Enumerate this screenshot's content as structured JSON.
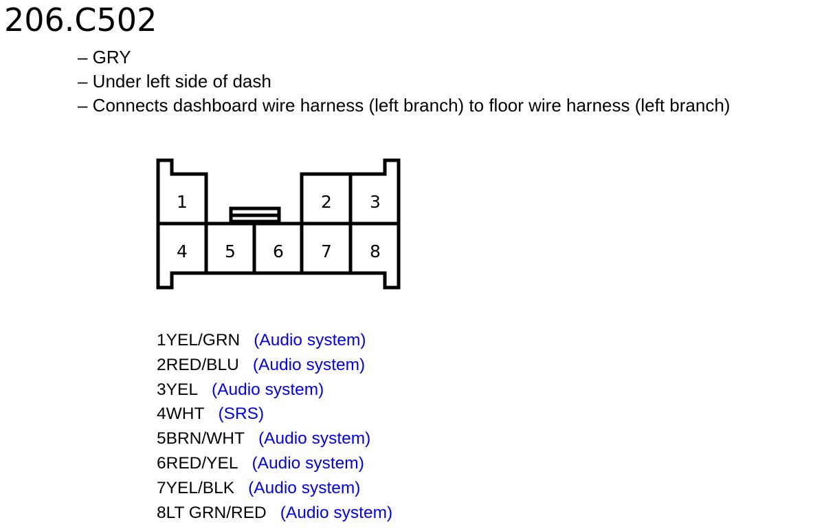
{
  "title": "206.C502",
  "details": [
    "– GRY",
    "– Under left side of dash",
    "– Connects dashboard wire harness (left branch) to floor wire harness (left branch)"
  ],
  "connector_pins": [
    "1",
    "2",
    "3",
    "4",
    "5",
    "6",
    "7",
    "8"
  ],
  "pin_list": [
    {
      "num": "1",
      "wire": "YEL/GRN",
      "system": "(Audio system)"
    },
    {
      "num": "2",
      "wire": "RED/BLU",
      "system": "(Audio system)"
    },
    {
      "num": "3",
      "wire": "YEL",
      "system": "(Audio system)"
    },
    {
      "num": "4",
      "wire": "WHT",
      "system": "(SRS)"
    },
    {
      "num": "5",
      "wire": "BRN/WHT",
      "system": "(Audio system)"
    },
    {
      "num": "6",
      "wire": "RED/YEL",
      "system": "(Audio system)"
    },
    {
      "num": "7",
      "wire": "YEL/BLK",
      "system": "(Audio system)"
    },
    {
      "num": "8",
      "wire": "LT GRN/RED",
      "system": "(Audio system)"
    }
  ],
  "colors": {
    "system_text": "#0000ee",
    "text": "#000000"
  }
}
